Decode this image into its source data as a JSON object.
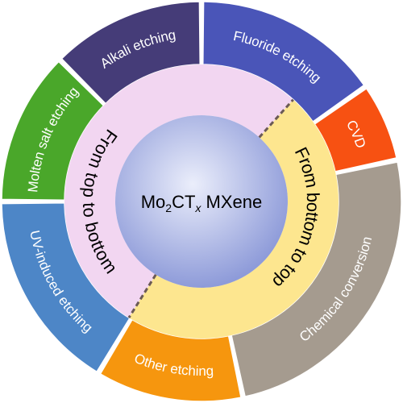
{
  "center": {
    "formula_base": "Mo",
    "formula_sub1": "2",
    "formula_mid": "CT",
    "formula_sub2": "x",
    "formula_suffix": " MXene"
  },
  "inner_ring": {
    "top_down": {
      "label": "From top to bottom",
      "color": "#f2d6f1"
    },
    "bottom_up": {
      "label": "From bottom to top",
      "color": "#fde68f"
    }
  },
  "outer_ring": [
    {
      "label": "Alkali etching",
      "color": "#453c78"
    },
    {
      "label": "Fluoride etching",
      "color": "#4a55b8"
    },
    {
      "label": "CVD",
      "color": "#f75112"
    },
    {
      "label": "Chemical conversion",
      "color": "#a59b8f"
    },
    {
      "label": "Other etching",
      "color": "#f6960e"
    },
    {
      "label": "UV-induced etching",
      "color": "#4d86c7"
    },
    {
      "label": "Molten salt etching",
      "color": "#4aa72a"
    }
  ],
  "colors": {
    "center_light": "#ebeefb",
    "center_dark": "#8e9bd9",
    "divider": "#6b5a55"
  }
}
